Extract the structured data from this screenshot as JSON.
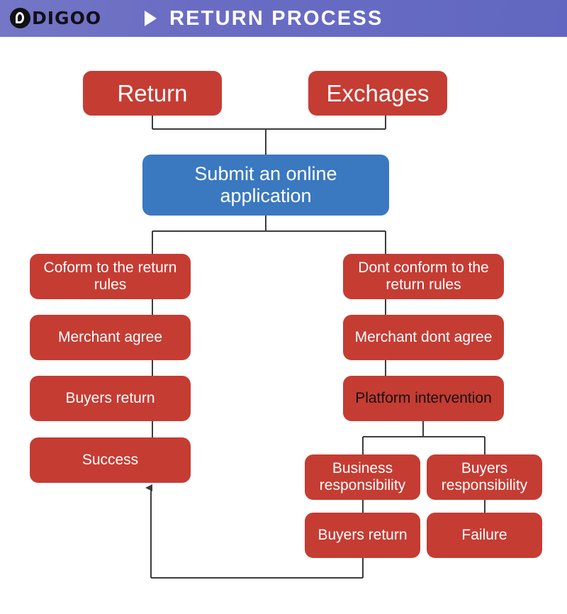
{
  "header": {
    "logo_text": "DIGOO",
    "logo_icon": "digoo-circle-icon",
    "play_icon": "play-triangle-icon",
    "title": "RETURN PROCESS",
    "gradient_from": "#7476c6",
    "gradient_to": "#6167c0",
    "title_color": "#ffffff"
  },
  "colors": {
    "box_red": "#c53c33",
    "box_blue": "#3a78c0",
    "connector": "#3c3c3c",
    "background": "#ffffff",
    "text_light": "#ffffff",
    "text_dark": "#16100f"
  },
  "flowchart": {
    "type": "flowchart",
    "nodes": [
      {
        "id": "return",
        "label": "Return",
        "color": "#c53c33",
        "text_color": "#ffffff"
      },
      {
        "id": "exchanges",
        "label": "Exchages",
        "color": "#c53c33",
        "text_color": "#ffffff"
      },
      {
        "id": "submit",
        "label": "Submit an online application",
        "color": "#3a78c0",
        "text_color": "#ffffff"
      },
      {
        "id": "conform",
        "label": "Coform to the return rules",
        "color": "#c53c33",
        "text_color": "#ffffff"
      },
      {
        "id": "merchant-agree",
        "label": "Merchant agree",
        "color": "#c53c33",
        "text_color": "#ffffff"
      },
      {
        "id": "buyers-return-l",
        "label": "Buyers return",
        "color": "#c53c33",
        "text_color": "#ffffff"
      },
      {
        "id": "success",
        "label": "Success",
        "color": "#c53c33",
        "text_color": "#ffffff"
      },
      {
        "id": "dont-conform",
        "label": "Dont conform to the return rules",
        "color": "#c53c33",
        "text_color": "#ffffff"
      },
      {
        "id": "merchant-dont",
        "label": "Merchant dont agree",
        "color": "#c53c33",
        "text_color": "#ffffff"
      },
      {
        "id": "platform",
        "label": "Platform intervention",
        "color": "#c53c33",
        "text_color": "#16100f"
      },
      {
        "id": "business-resp",
        "label": "Business responsibility",
        "color": "#c53c33",
        "text_color": "#ffffff"
      },
      {
        "id": "buyers-resp",
        "label": "Buyers responsibility",
        "color": "#c53c33",
        "text_color": "#ffffff"
      },
      {
        "id": "buyers-return-r",
        "label": "Buyers return",
        "color": "#c53c33",
        "text_color": "#ffffff"
      },
      {
        "id": "failure",
        "label": "Failure",
        "color": "#c53c33",
        "text_color": "#ffffff"
      }
    ],
    "edges": [
      {
        "from": "return",
        "to": "submit"
      },
      {
        "from": "exchanges",
        "to": "submit"
      },
      {
        "from": "submit",
        "to": "conform"
      },
      {
        "from": "submit",
        "to": "dont-conform"
      },
      {
        "from": "conform",
        "to": "merchant-agree"
      },
      {
        "from": "merchant-agree",
        "to": "buyers-return-l"
      },
      {
        "from": "buyers-return-l",
        "to": "success"
      },
      {
        "from": "dont-conform",
        "to": "merchant-dont"
      },
      {
        "from": "merchant-dont",
        "to": "platform"
      },
      {
        "from": "platform",
        "to": "business-resp"
      },
      {
        "from": "platform",
        "to": "buyers-resp"
      },
      {
        "from": "business-resp",
        "to": "buyers-return-r"
      },
      {
        "from": "buyers-resp",
        "to": "failure"
      },
      {
        "from": "buyers-return-r",
        "to": "success",
        "arrow": true
      }
    ]
  }
}
